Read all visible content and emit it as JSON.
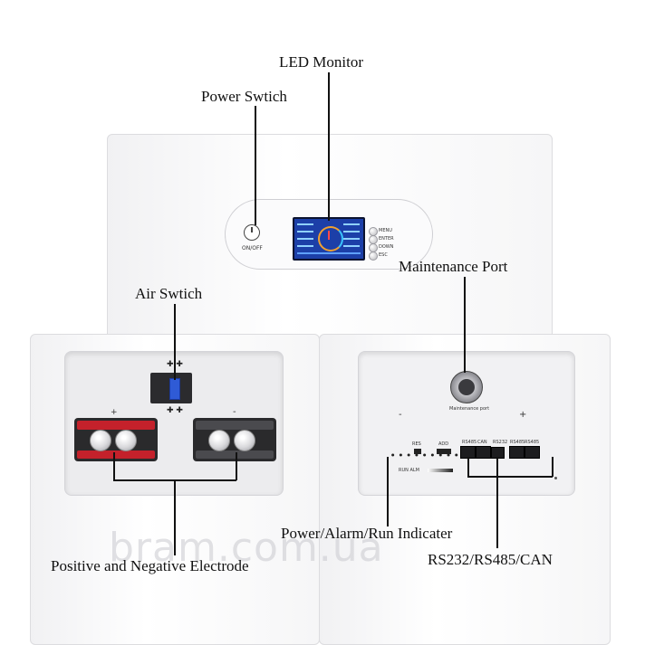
{
  "labels": {
    "led_monitor": "LED Monitor",
    "power_switch": "Power Swtich",
    "maintenance_port": "Maintenance Port",
    "air_switch": "Air Swtich",
    "indicator": "Power/Alarm/Run Indicater",
    "comm_ports": "RS232/RS485/CAN",
    "electrode": "Positive and Negative Electrode"
  },
  "panel": {
    "power_caption": "ON/OFF",
    "menu_buttons": [
      "MENU",
      "ENTER",
      "DOWN",
      "ESC"
    ]
  },
  "device": {
    "minus_sign": "-",
    "plus_sign": "+",
    "maintenance_caption": "Maintenance port",
    "res_label": "RES",
    "add_label": "ADD",
    "run_alm_label": "RUN ALM",
    "port_labels": [
      "RS485",
      "CAN",
      "RS232",
      "RS485",
      "RS485"
    ]
  },
  "watermark": "bram.com.ua",
  "colors": {
    "screen_bg": "#1c3fa8",
    "positive_terminal": "#c4212b",
    "negative_terminal": "#2a2a2c",
    "air_switch": "#2f5bd6"
  }
}
